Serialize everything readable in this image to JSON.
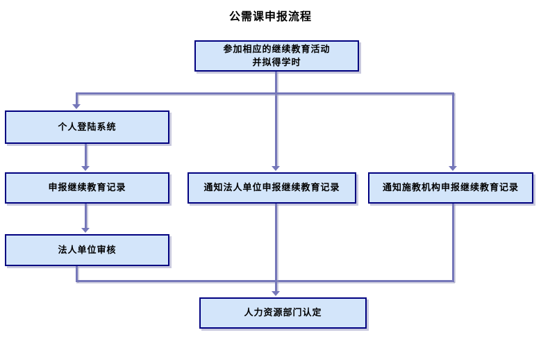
{
  "title": "公需课申报流程",
  "nodes": {
    "start": {
      "line1": "参加相应的继续教育活动",
      "line2": "并拟得学时"
    },
    "personal_login": {
      "label": "个人登陆系统"
    },
    "declare_record": {
      "label": "申报继续教育记录"
    },
    "legal_entity_review": {
      "label": "法人单位审核"
    },
    "notify_legal_entity": {
      "label": "通知法人单位申报继续教育记录"
    },
    "notify_institution": {
      "label": "通知施教机构申报继续教育记录"
    },
    "hr_confirm": {
      "label": "人力资源部门认定"
    }
  },
  "colors": {
    "node_fill": "#d3e5fa",
    "node_border": "#000080",
    "connector": "#7577b9",
    "title_color": "#000000",
    "background": "#ffffff"
  }
}
